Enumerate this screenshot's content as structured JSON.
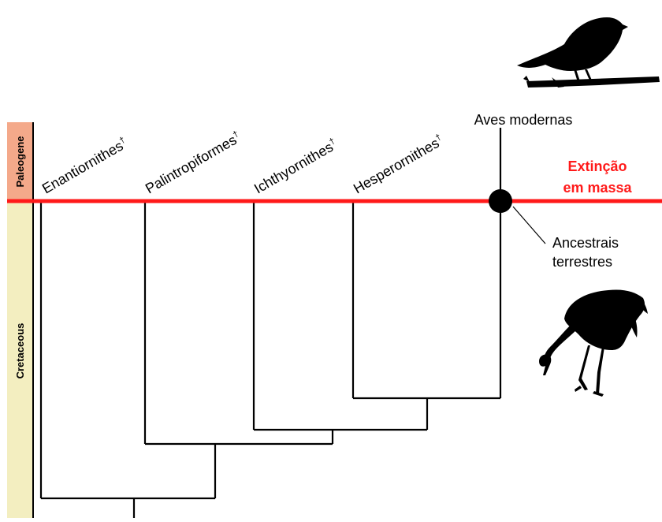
{
  "timescale": {
    "paleogene": {
      "label": "Paleogene",
      "color": "#f4a98a"
    },
    "cretaceous": {
      "label": "Cretaceous",
      "color": "#f3eec0"
    }
  },
  "taxa": {
    "enantiornithes": "Enantiornithes",
    "palintropiformes": "Palintropiformes",
    "ichthyornithes": "Ichthyornithes",
    "hesperornithes": "Hesperornithes",
    "dagger": "†"
  },
  "modern": {
    "label": "Aves modernas"
  },
  "extinction": {
    "line1": "Extinção",
    "line2": "em massa",
    "color": "#ff1a1a"
  },
  "ancestor": {
    "line1": "Ancestrais",
    "line2": "terrestres"
  },
  "silhouettes": {
    "top": "perching-songbird-icon",
    "bottom": "foraging-crane-icon"
  }
}
